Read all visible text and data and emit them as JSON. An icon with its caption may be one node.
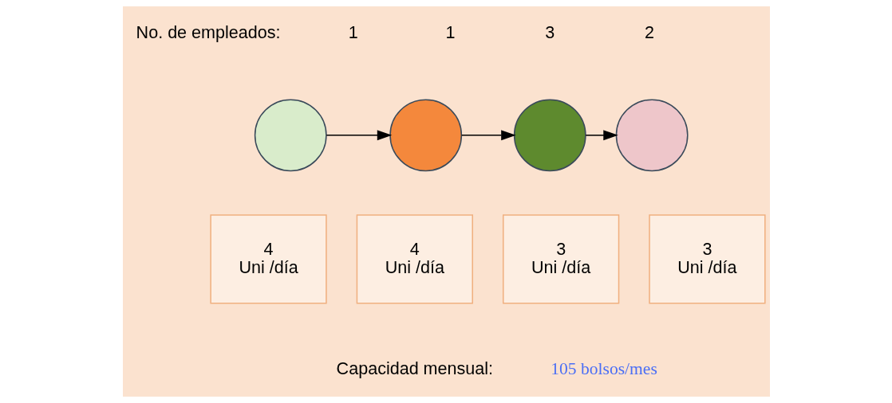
{
  "diagram": {
    "nodes": [
      {
        "text": [],
        "shape": "circle"
      },
      {
        "text": [],
        "shape": "circle"
      },
      {
        "text": [],
        "shape": "circle"
      },
      {
        "text": [],
        "shape": "circle"
      },
      {
        "text": [
          "4",
          "Uni /día"
        ]
      },
      {
        "text": [
          "4",
          "Uni /día"
        ]
      },
      {
        "text": [
          "3",
          "Uni /día"
        ]
      },
      {
        "text": [
          "3",
          "Uni /día"
        ]
      }
    ],
    "edges": [
      {
        "from": 0,
        "to": 1,
        "arrow": "to"
      },
      {
        "from": 1,
        "to": 2,
        "arrow": "to"
      },
      {
        "from": 2,
        "to": 3,
        "arrow": "to"
      }
    ],
    "labels": [
      "No. de empleados:",
      "1",
      "1",
      "3",
      "2",
      "Capacidad mensual:",
      "105 bolsos/mes"
    ]
  }
}
